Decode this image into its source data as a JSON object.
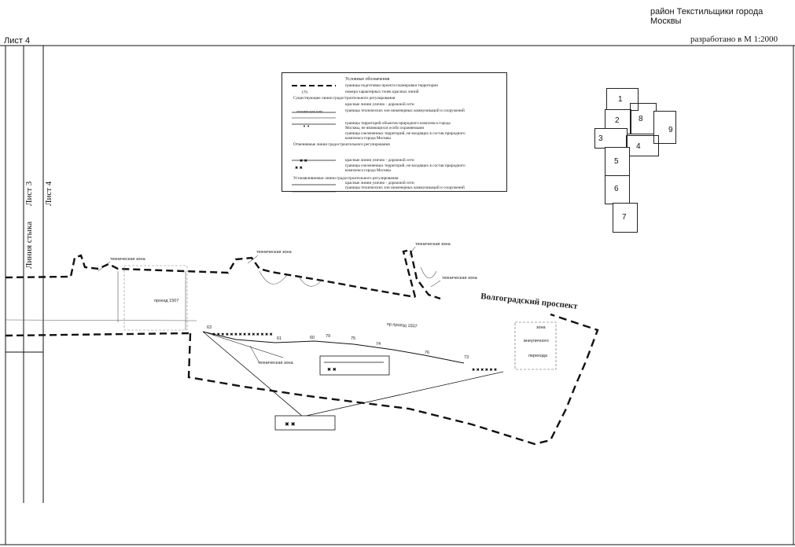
{
  "header": {
    "district_title": "район Текстильщики города Москвы",
    "sheet_label": "Лист 4",
    "scale_note": "разработано в М 1:2000"
  },
  "side_labels": {
    "junction_line": "Линия стыка",
    "sheet3": "Лист 3",
    "sheet4": "Лист 4"
  },
  "legend": {
    "title": "Условные обозначения",
    "items": [
      "границы подготовки проекта планировки территории",
      "номера характерных точек красных линий",
      "Существующие линии градостроительного регулирования",
      "красные линии улично - дорожной сети",
      "границы технических зон инженерных коммуникаций и сооружений",
      "границы территорий объектов природного комплекса города",
      "Москвы, не являющихся особо охраняемыми",
      "границы озелененных территорий, не входящих в состав природного",
      "комплекса города Москвы",
      "Отменяемые линии градостроительного регулирования",
      "красные линии улично - дорожной сети",
      "границы озелененных территорий, не входящих в состав природного",
      "комплекса города Москвы",
      "Устанавливаемые линии градостроительного регулирования",
      "красные линии улично - дорожной сети",
      "границы технических зон инженерных коммуникаций и сооружений"
    ],
    "point_number_sample": "179",
    "tech_zone_sample": "техническая зона"
  },
  "index_map": {
    "sheets": [
      "1",
      "2",
      "8",
      "9",
      "3",
      "4",
      "5",
      "6",
      "7"
    ]
  },
  "map_labels": {
    "street": "Волгоградский проспект",
    "passage_1507": "проезд 1507",
    "passage_1507_under": "пр.проезд 1507",
    "tech_zone": "техническая зона",
    "zone": "зона",
    "underground_crossing_1": "внеуличного",
    "underground_crossing_2": "перехода",
    "point_numbers": [
      "63",
      "61",
      "60",
      "79",
      "75",
      "74",
      "76",
      "73"
    ]
  },
  "colors": {
    "line": "#111111",
    "background": "#ffffff"
  }
}
